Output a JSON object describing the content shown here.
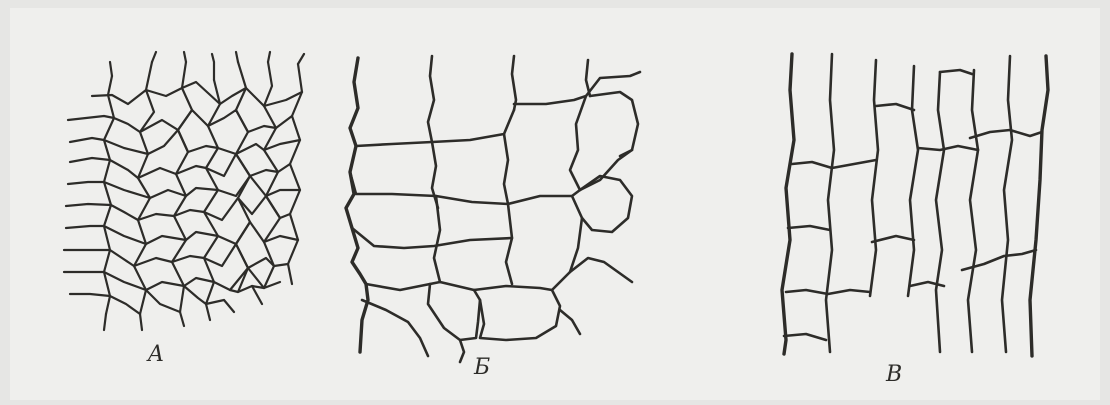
{
  "panels": [
    {
      "id": "a",
      "label": "A"
    },
    {
      "id": "b",
      "label": "Б"
    },
    {
      "id": "v",
      "label": "В"
    }
  ]
}
